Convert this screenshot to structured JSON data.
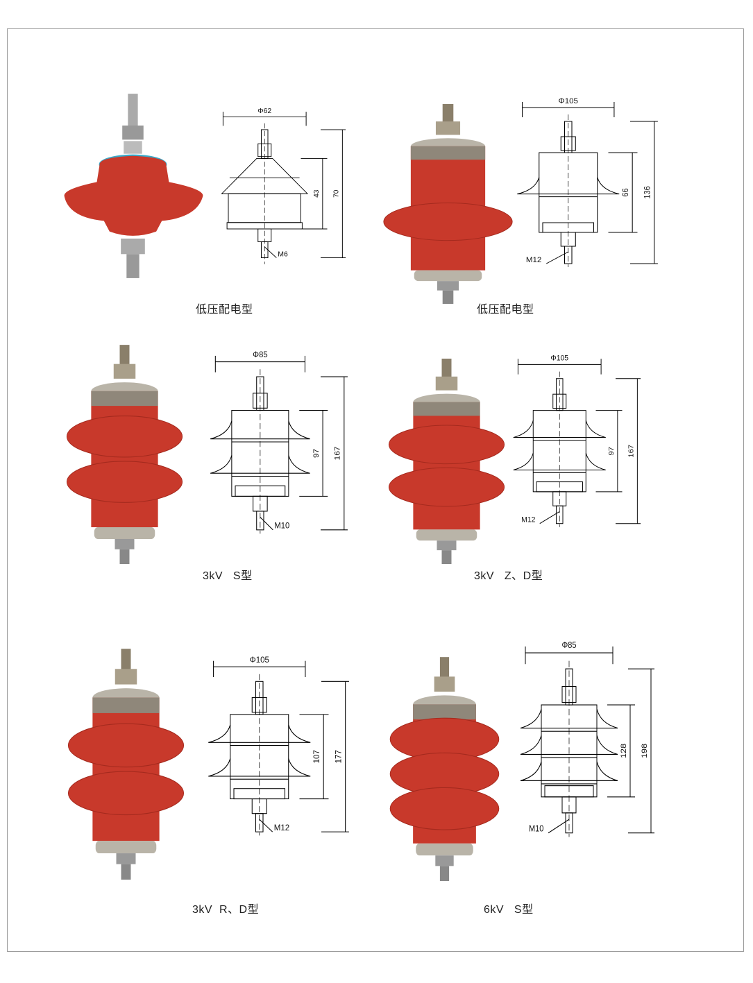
{
  "panels": [
    {
      "caption": "低压配电型",
      "diameter": "Φ62",
      "inner_height": "43",
      "total_height": "70",
      "thread": "M6",
      "sheds": 0
    },
    {
      "caption": "低压配电型",
      "diameter": "Φ105",
      "inner_height": "66",
      "total_height": "136",
      "thread": "M12",
      "sheds": 1
    },
    {
      "caption": "3kV   S型",
      "diameter": "Φ85",
      "inner_height": "97",
      "total_height": "167",
      "thread": "M10",
      "sheds": 2
    },
    {
      "caption": "3kV   Z、D型",
      "diameter": "Φ105",
      "inner_height": "97",
      "total_height": "167",
      "thread": "M12",
      "sheds": 2
    },
    {
      "caption": "3kV  R、D型",
      "diameter": "Φ105",
      "inner_height": "107",
      "total_height": "177",
      "thread": "M12",
      "sheds": 2
    },
    {
      "caption": "6kV   S型",
      "diameter": "Φ85",
      "inner_height": "128",
      "total_height": "198",
      "thread": "M10",
      "sheds": 3
    }
  ],
  "colors": {
    "body_red": "#c8392b",
    "metal": "#b9b4a8",
    "frame": "#9a9a9a"
  }
}
